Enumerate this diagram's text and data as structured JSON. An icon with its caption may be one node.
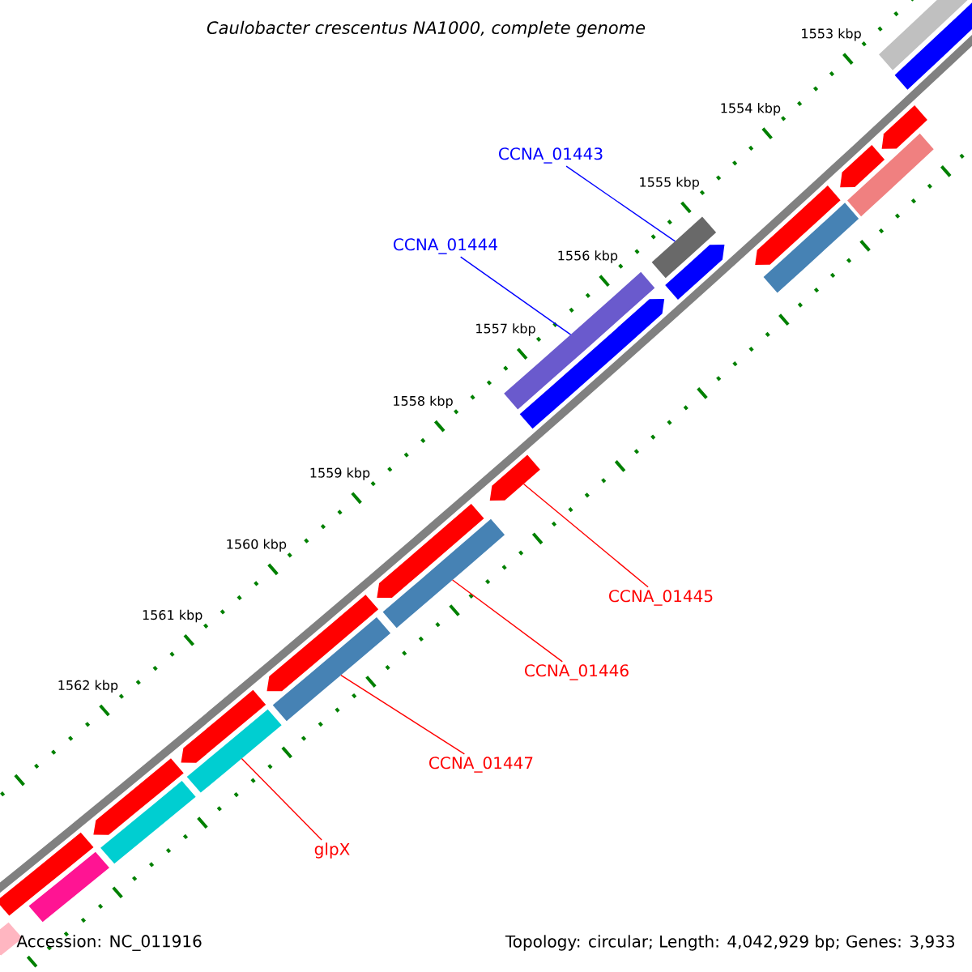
{
  "diagram": {
    "title": "Caulobacter crescentus NA1000, complete genome",
    "nodes": [
      {
        "text": [
          "CCNA_01443"
        ]
      },
      {
        "text": [
          "CCNA_01444"
        ]
      },
      {
        "text": [
          "CCNA_01445"
        ]
      },
      {
        "text": [
          "CCNA_01446"
        ]
      },
      {
        "text": [
          "CCNA_01447"
        ]
      },
      {
        "text": [
          "glpX"
        ]
      },
      {
        "text": [],
        "shape": "bar"
      },
      {
        "text": [],
        "shape": "pentagon"
      },
      {
        "text": [],
        "shape": "bar"
      },
      {
        "text": [],
        "shape": "pentagon"
      },
      {
        "text": [],
        "shape": "bar"
      },
      {
        "text": [],
        "shape": "pentagon"
      },
      {
        "text": [],
        "shape": "pentagon"
      },
      {
        "text": [],
        "shape": "pentagon"
      },
      {
        "text": [],
        "shape": "bar"
      },
      {
        "text": [],
        "shape": "pentagon"
      },
      {
        "text": [],
        "shape": "bar"
      },
      {
        "text": [],
        "shape": "pentagon"
      },
      {
        "text": [],
        "shape": "pentagon"
      },
      {
        "text": [],
        "shape": "bar"
      },
      {
        "text": [],
        "shape": "pentagon"
      },
      {
        "text": [],
        "shape": "bar"
      },
      {
        "text": [],
        "shape": "pentagon"
      },
      {
        "text": [],
        "shape": "bar"
      },
      {
        "text": [],
        "shape": "pentagon"
      },
      {
        "text": [],
        "shape": "bar"
      },
      {
        "text": [],
        "shape": "bar"
      },
      {
        "text": [],
        "shape": "bar"
      },
      {
        "text": [],
        "shape": "bar"
      }
    ],
    "edges": [
      {
        "from": 0,
        "to": 8,
        "arrow": "none",
        "color": "#0000ff"
      },
      {
        "from": 1,
        "to": 10,
        "arrow": "none",
        "color": "#0000ff"
      },
      {
        "from": 2,
        "to": 17,
        "arrow": "none"
      },
      {
        "from": 3,
        "to": 19,
        "arrow": "none"
      },
      {
        "from": 4,
        "to": 21,
        "arrow": "none"
      },
      {
        "from": 5,
        "to": 23,
        "arrow": "none"
      }
    ],
    "labels": [
      "1553 kbp",
      "1554 kbp",
      "1555 kbp",
      "1556 kbp",
      "1557 kbp",
      "1558 kbp",
      "1559 kbp",
      "1560 kbp",
      "1561 kbp",
      "1562 kbp",
      "Accession: NC_011916",
      "Topology: circular; Length: 4,042,929 bp; Genes: 3,933"
    ]
  }
}
